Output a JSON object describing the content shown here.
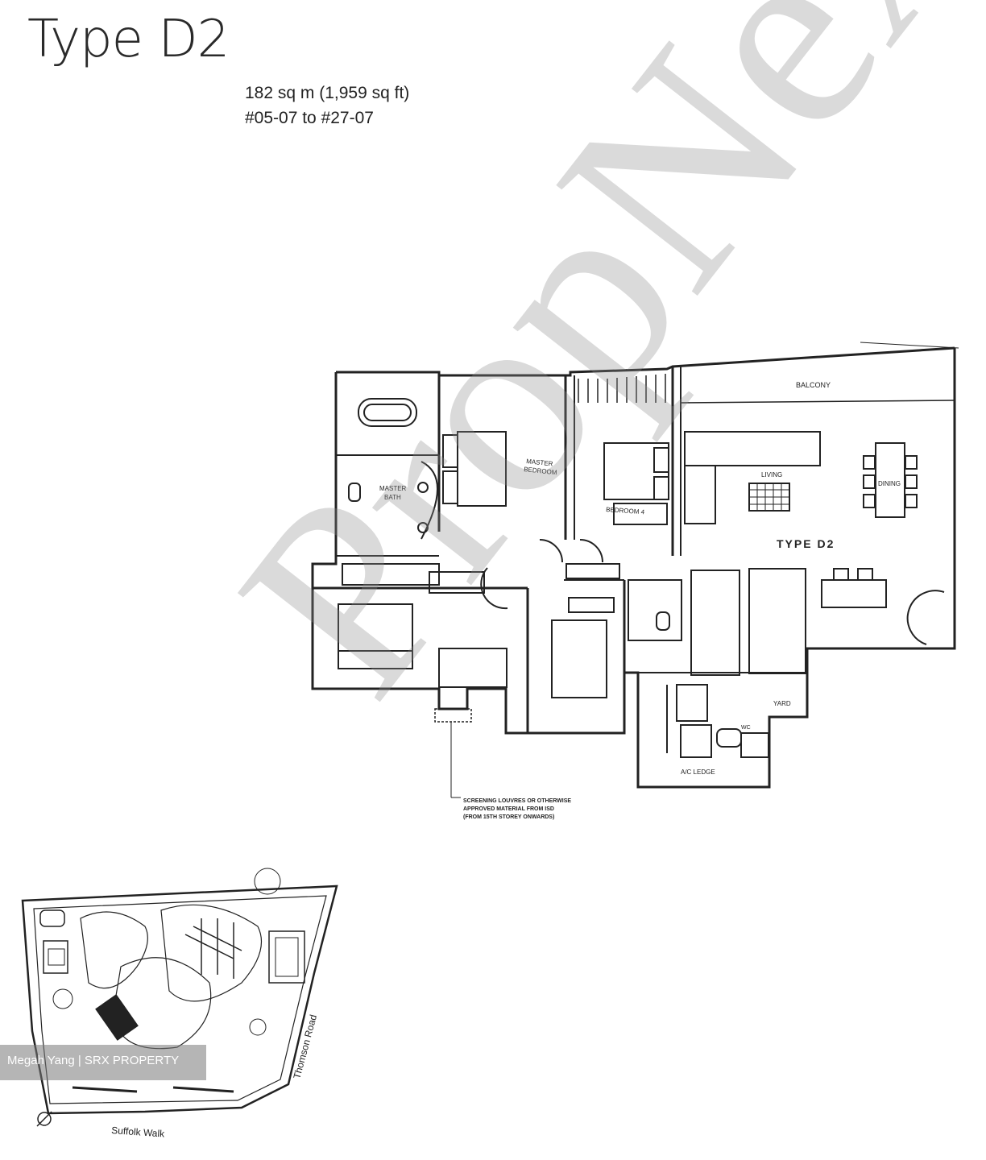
{
  "unit": {
    "title": "Type D2",
    "area": "182 sq m (1,959 sq ft)",
    "units_range": "#05-07 to #27-07"
  },
  "plan": {
    "rooms": {
      "balcony": "BALCONY",
      "master_bedroom_line1": "MASTER",
      "master_bedroom_line2": "BEDROOM",
      "master_bath_line1": "MASTER",
      "master_bath_line2": "BATH",
      "bedroom4": "BEDROOM 4",
      "living": "LIVING",
      "dining": "DINING",
      "type_label": "TYPE D2",
      "yard": "YARD",
      "wc": "WC",
      "ac_ledge": "A/C LEDGE"
    },
    "note_line1": "SCREENING LOUVRES OR OTHERWISE",
    "note_line2": "APPROVED MATERIAL FROM ISD",
    "note_line3": "(FROM 15TH STOREY ONWARDS)"
  },
  "site_plan": {
    "road_east": "Thomson Road",
    "road_south": "Suffolk Walk"
  },
  "watermark": "PropNex",
  "agent_label": "Megah Yang | SRX PROPERTY"
}
